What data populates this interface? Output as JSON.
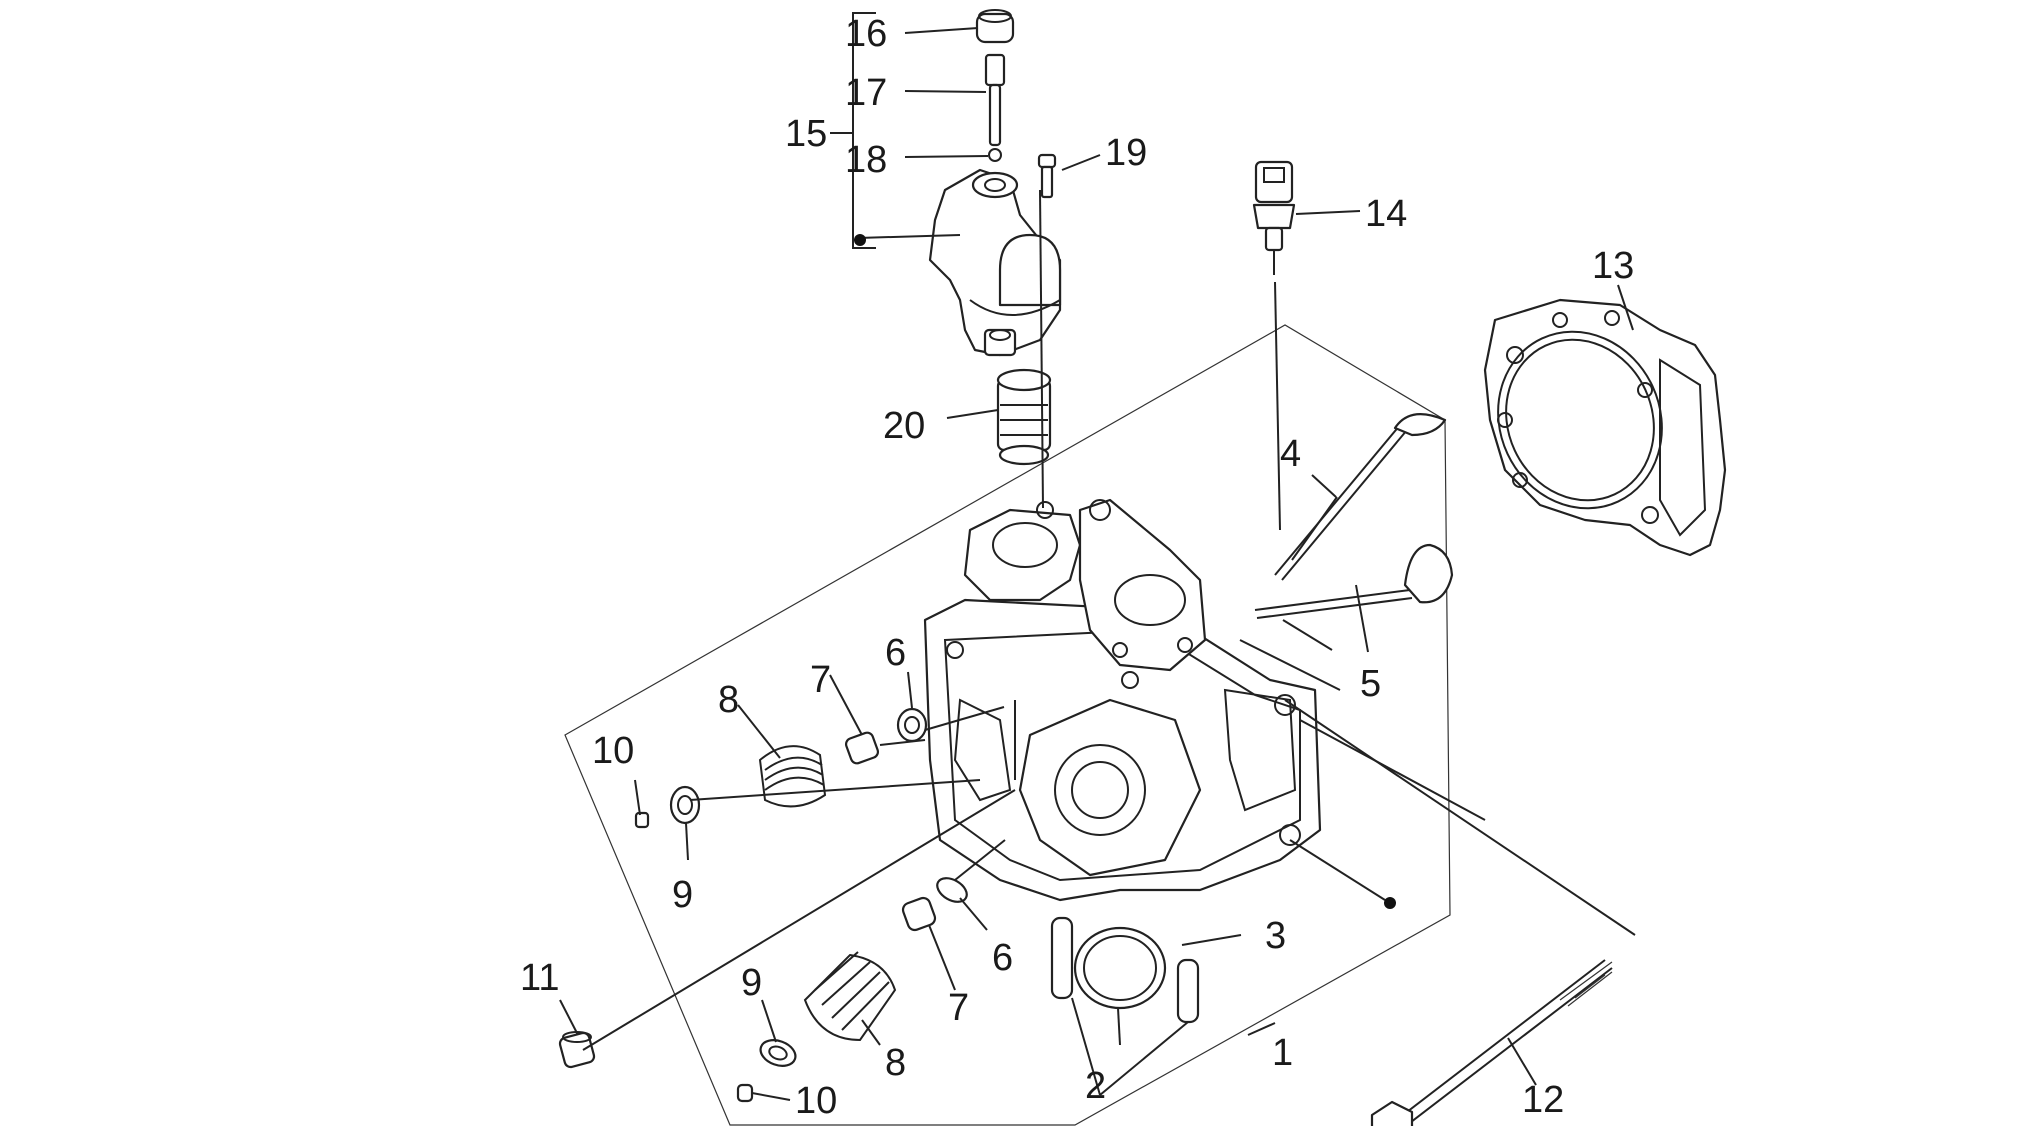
{
  "labels": {
    "l1": "1",
    "l2": "2",
    "l3": "3",
    "l4": "4",
    "l5": "5",
    "l6a": "6",
    "l6b": "6",
    "l7a": "7",
    "l7b": "7",
    "l8a": "8",
    "l8b": "8",
    "l9a": "9",
    "l9b": "9",
    "l10a": "10",
    "l10b": "10",
    "l11": "11",
    "l12": "12",
    "l13": "13",
    "l14": "14",
    "l15": "15",
    "l16": "16",
    "l17": "17",
    "l18": "18",
    "l19": "19",
    "l20": "20"
  }
}
